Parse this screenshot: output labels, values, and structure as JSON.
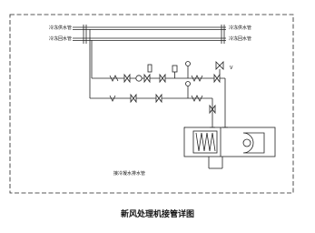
{
  "labels": {
    "supply_left": "冷冻供水管",
    "return_left": "冷冻回水管",
    "supply_right": "冷冻供水管",
    "return_right": "冷冻回水管",
    "drain": "接冷凝水排水管",
    "valve_tag": "V"
  },
  "title": "新风处理机接管详图"
}
